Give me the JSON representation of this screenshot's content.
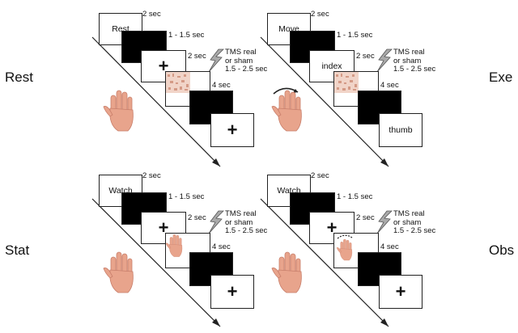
{
  "conditions": {
    "rest": {
      "side_label": "Rest",
      "cue": "Rest",
      "t_cue": "2 sec",
      "t_black1": "1 - 1.5 sec",
      "t_fix": "2 sec",
      "tms_line1": "TMS real",
      "tms_line2": "or sham",
      "tms_line3": "1.5 - 2.5 sec",
      "t_stim": "4 sec"
    },
    "exe": {
      "side_label": "Exe",
      "cue": "Move",
      "t_cue": "2 sec",
      "t_black1": "1 - 1.5 sec",
      "second": "index",
      "t_fix": "2 sec",
      "tms_line1": "TMS real",
      "tms_line2": "or sham",
      "tms_line3": "1.5 - 2.5 sec",
      "t_stim": "4 sec",
      "last": "thumb"
    },
    "stat": {
      "side_label": "Stat",
      "cue": "Watch",
      "t_cue": "2 sec",
      "t_black1": "1 - 1.5 sec",
      "t_fix": "2 sec",
      "tms_line1": "TMS real",
      "tms_line2": "or sham",
      "tms_line3": "1.5 - 2.5 sec",
      "t_stim": "4 sec"
    },
    "obs": {
      "side_label": "Obs",
      "cue": "Watch",
      "t_cue": "2 sec",
      "t_black1": "1 - 1.5 sec",
      "t_fix": "2 sec",
      "tms_line1": "TMS real",
      "tms_line2": "or sham",
      "tms_line3": "1.5 - 2.5 sec",
      "t_stim": "4 sec"
    }
  },
  "fixation_symbol": "+",
  "colors": {
    "skin": "#e8a48c",
    "skin_shadow": "#c97f6b",
    "frame": "#222222",
    "arrow": "#222222"
  }
}
